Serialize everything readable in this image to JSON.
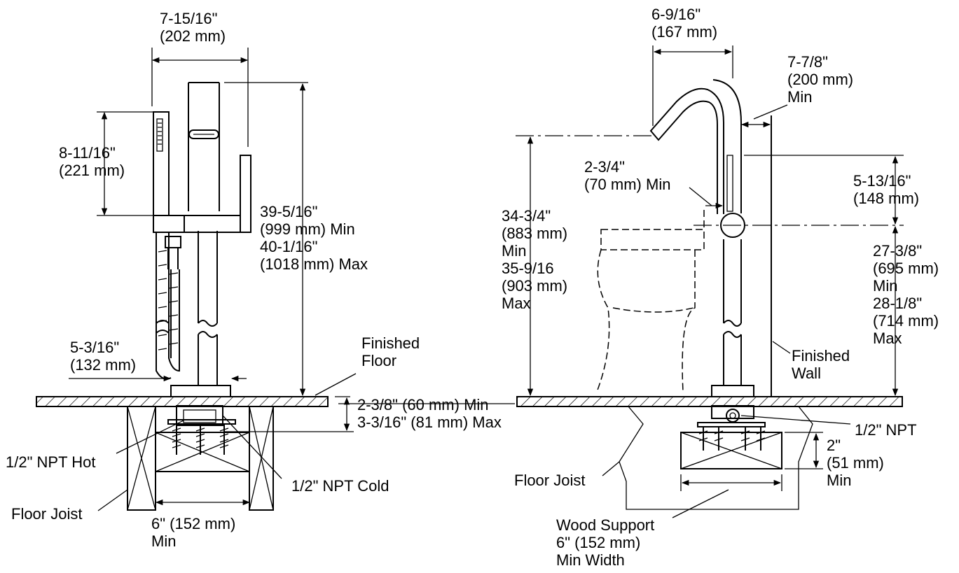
{
  "left_view": {
    "dim_width": [
      "7-15/16\"",
      "(202 mm)"
    ],
    "dim_handshower": [
      "8-11/16\"",
      "(221 mm)"
    ],
    "dim_height": [
      "39-5/16\"",
      "(999 mm) Min",
      "40-1/16\"",
      "(1018 mm) Max"
    ],
    "dim_offset": [
      "5-3/16\"",
      "(132 mm)"
    ],
    "finished_floor": [
      "Finished",
      "Floor"
    ],
    "dim_floor_depth": [
      "2-3/8\" (60 mm) Min",
      "3-3/16\" (81 mm) Max"
    ],
    "npt_hot": "1/2\" NPT Hot",
    "npt_cold": "1/2\" NPT Cold",
    "floor_joist": "Floor Joist",
    "dim_joist_gap": [
      "6\" (152 mm)",
      "Min"
    ]
  },
  "right_view": {
    "dim_reach": [
      "6-9/16\"",
      "(167 mm)"
    ],
    "dim_wall_clearance": [
      "7-7/8\"",
      "(200 mm)",
      "Min"
    ],
    "dim_spout_height": [
      "34-3/4\"",
      "(883 mm)",
      "Min",
      "35-9/16",
      "(903 mm)",
      "Max"
    ],
    "dim_tub_clearance": [
      "2-3/4\"",
      "(70 mm) Min"
    ],
    "dim_handle": [
      "5-13/16\"",
      "(148 mm)"
    ],
    "dim_handle_height": [
      "27-3/8\"",
      "(695 mm)",
      "Min",
      "28-1/8\"",
      "(714 mm)",
      "Max"
    ],
    "finished_wall": [
      "Finished",
      "Wall"
    ],
    "npt": "1/2\" NPT",
    "dim_support_depth": [
      "2\"",
      "(51 mm)",
      "Min"
    ],
    "floor_joist": "Floor Joist",
    "wood_support": [
      "Wood Support",
      "6\" (152 mm)",
      "Min Width"
    ]
  }
}
